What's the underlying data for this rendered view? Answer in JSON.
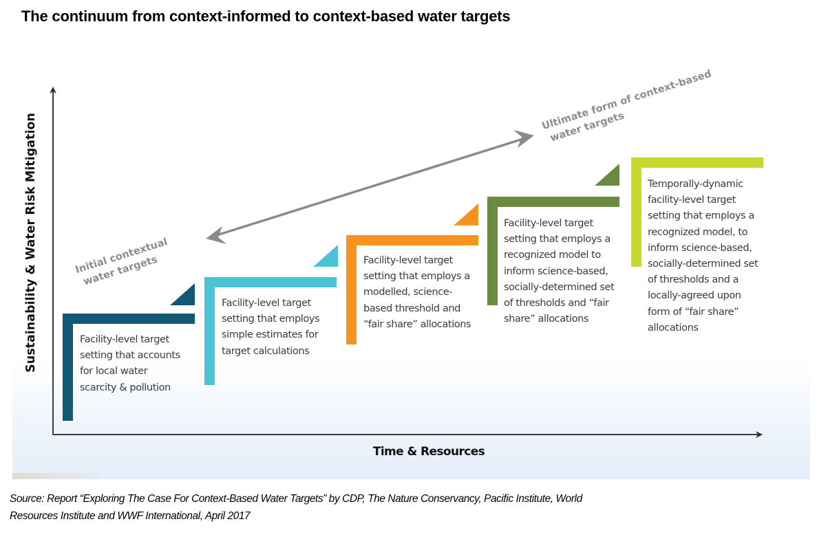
{
  "title": "The continuum from context-informed to context-based water targets",
  "axes": {
    "y_label": "Sustainability & Water Risk Mitigation",
    "x_label": "Time & Resources"
  },
  "arrow": {
    "start_label": [
      "Initial contextual",
      "water targets"
    ],
    "end_label": [
      "Ultimate form of context-based",
      "water targets"
    ],
    "color": "#8a8a8a"
  },
  "steps": [
    {
      "color": "#135873",
      "lines": [
        "Facility-level target",
        "setting that accounts",
        "for local water",
        "scarcity & pollution"
      ]
    },
    {
      "color": "#4bc3d6",
      "lines": [
        "Facility-level target",
        "setting that employs",
        "simple estimates for",
        "target calculations"
      ]
    },
    {
      "color": "#f7931e",
      "lines": [
        "Facility-level target",
        "setting that employs a",
        "modelled, science-",
        "based threshold and",
        "“fair share” allocations"
      ]
    },
    {
      "color": "#6a8a3f",
      "lines": [
        "Facility-level target",
        "setting that employs a",
        "recognized model to",
        "inform science-based,",
        "socially-determined set",
        "of thresholds and “fair",
        "share” allocations"
      ]
    },
    {
      "color": "#c5d92d",
      "lines": [
        "Temporally-dynamic",
        "facility-level target",
        "setting that employs a",
        "recognized model, to",
        "inform science-based,",
        "socially-determined set",
        "of thresholds and a",
        "locally-agreed upon",
        "form of “fair share”",
        "allocations"
      ]
    }
  ],
  "source": {
    "lines": [
      "Source: Report “Exploring The Case For Context-Based Water Targets” by CDP, The Nature Conservancy, Pacific Institute, World",
      "Resources Institute and WWF International, April 2017"
    ]
  }
}
